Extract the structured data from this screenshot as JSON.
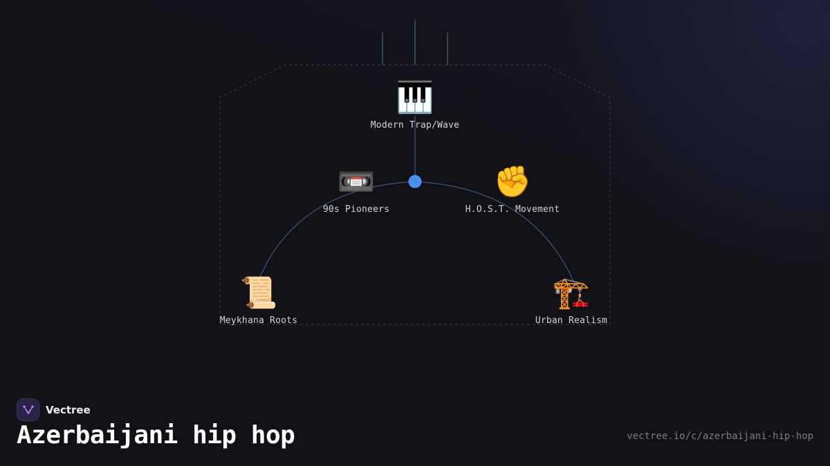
{
  "brand": {
    "name": "Vectree"
  },
  "page": {
    "title": "Azerbaijani hip hop",
    "url": "vectree.io/c/azerbaijani-hip-hop"
  },
  "diagram": {
    "nodes": [
      {
        "id": "modern",
        "icon": "piano-icon",
        "emoji": "🎹",
        "label": "Modern Trap/Wave"
      },
      {
        "id": "pioneers",
        "icon": "videocassette-icon",
        "emoji": "📼",
        "label": "90s Pioneers"
      },
      {
        "id": "host",
        "icon": "raised-fist-icon",
        "emoji": "✊",
        "label": "H.O.S.T. Movement"
      },
      {
        "id": "meykhana",
        "icon": "scroll-icon",
        "emoji": "📜",
        "label": "Meykhana Roots"
      },
      {
        "id": "urban",
        "icon": "construction-crane-icon",
        "emoji": "🏗️",
        "label": "Urban Realism"
      }
    ]
  },
  "colors": {
    "background": "#111116",
    "connector": "#3b5a85",
    "hub": "#4a8ff0",
    "outline": "#3a3a46"
  }
}
